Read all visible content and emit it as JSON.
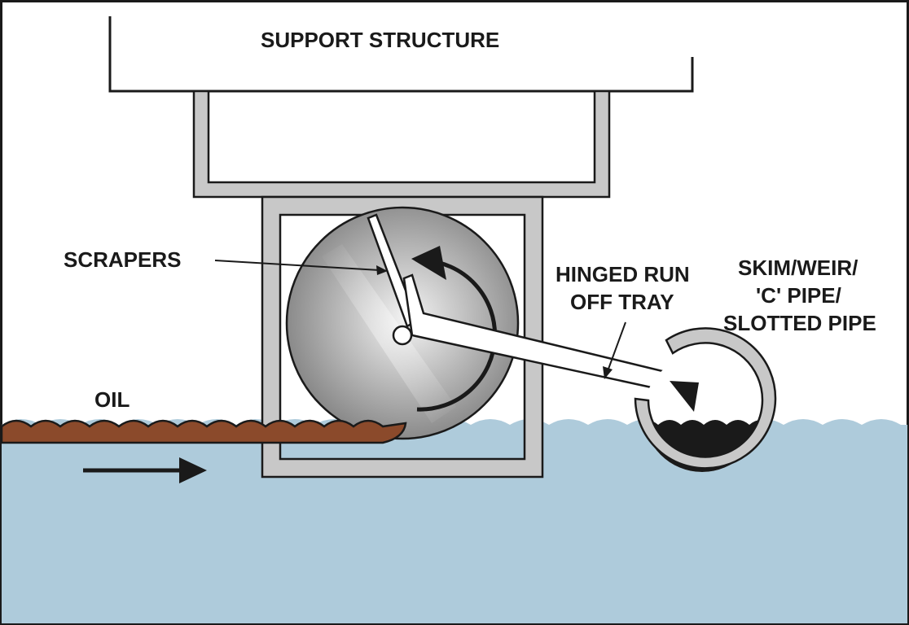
{
  "labels": {
    "support_structure": "SUPPORT STRUCTURE",
    "scrapers": "SCRAPERS",
    "hinged_line1": "HINGED RUN",
    "hinged_line2": "OFF TRAY",
    "skim_line1": "SKIM/WEIR/",
    "skim_line2": "'C' PIPE/",
    "skim_line3": "SLOTTED PIPE",
    "oil": "OIL"
  },
  "colors": {
    "water": "#aecbdb",
    "oil": "#8b4a2b",
    "frame": "#c8c8c8",
    "outline": "#1a1a1a",
    "collected_oil": "#1a1a1a"
  },
  "icons": {
    "flow_arrow": "arrow-right-icon",
    "rotation_arrow": "rotate-ccw-icon",
    "pipe": "c-pipe-icon"
  }
}
